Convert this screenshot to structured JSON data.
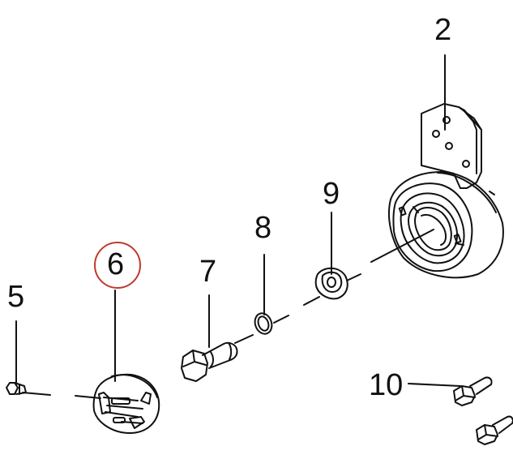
{
  "callouts": {
    "part_2": "2",
    "part_5": "5",
    "part_6": "6",
    "part_7": "7",
    "part_8": "8",
    "part_9": "9",
    "part_10": "10"
  },
  "highlight": {
    "part": "6",
    "color": "#c0392b"
  },
  "colors": {
    "line": "#111111",
    "background": "#ffffff"
  }
}
